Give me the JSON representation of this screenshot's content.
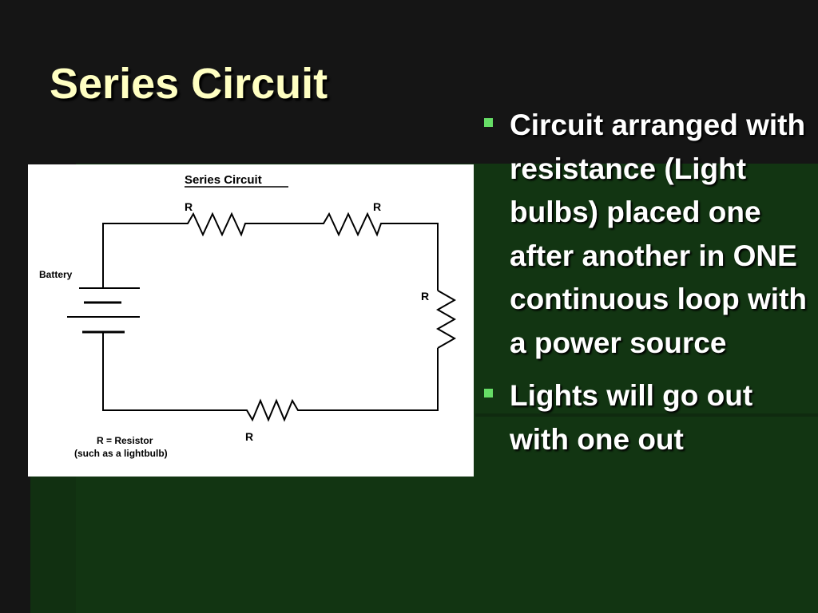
{
  "slide": {
    "title": "Series Circuit",
    "bullets": [
      "Circuit arranged with resistance (Light bulbs) placed one after another in ONE continuous loop with a power source",
      "Lights will go out with one out"
    ]
  },
  "diagram": {
    "title": "Series Circuit",
    "battery_label": "Battery",
    "resistor_labels": [
      "R",
      "R",
      "R",
      "R"
    ],
    "legend_line1": "R = Resistor",
    "legend_line2": "(such as a lightbulb)"
  },
  "colors": {
    "background": "#151515",
    "green_panel": "#123512",
    "title_text": "#ffffc2",
    "body_text": "#ffffff",
    "bullet_marker": "#66dd66"
  }
}
